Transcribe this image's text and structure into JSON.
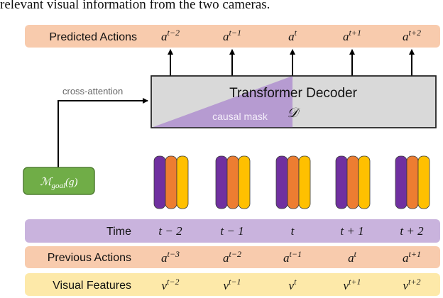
{
  "caption": "relevant visual information from the two cameras.",
  "colors": {
    "predicted_row": "#f8cbad",
    "time_row": "#c9b3dd",
    "previous_row": "#f8cbad",
    "visual_row": "#fde9a9",
    "decoder_fill": "#d9d9d9",
    "mask_fill": "#b69bd1",
    "goal_fill": "#70ad47",
    "token_purple": "#7030a0",
    "token_orange": "#ed7d31",
    "token_yellow": "#ffc000"
  },
  "rows": {
    "predicted": {
      "label": "Predicted Actions",
      "cells": [
        "a^{t−2}",
        "a^{t−1}",
        "a^{t}",
        "a^{t+1}",
        "a^{t+2}"
      ]
    },
    "time": {
      "label": "Time",
      "cells": [
        "t − 2",
        "t − 1",
        "t",
        "t + 1",
        "t + 2"
      ]
    },
    "previous": {
      "label": "Previous Actions",
      "cells": [
        "a^{t−3}",
        "a^{t−2}",
        "a^{t−1}",
        "a^{t}",
        "a^{t+1}"
      ]
    },
    "visual": {
      "label": "Visual Features",
      "cells": [
        "v^{t−2}",
        "v^{t−1}",
        "v^{t}",
        "v^{t+1}",
        "v^{t+2}"
      ]
    }
  },
  "decoder": {
    "title": "Transformer Decoder",
    "symbol": "𝒟",
    "mask_label": "causal mask"
  },
  "cross_attention_label": "cross-attention",
  "goal": {
    "label": "ℳ",
    "subscript": "goal",
    "argument": "(g)"
  }
}
